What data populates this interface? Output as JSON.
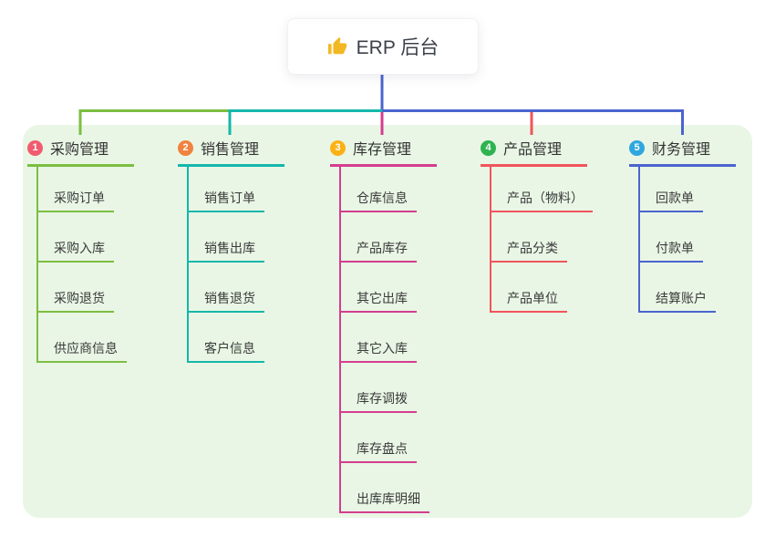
{
  "root": {
    "title": "ERP 后台",
    "icon": "thumbs-up-icon"
  },
  "colors": {
    "root_line": "#4a65ce",
    "panel_bg": "#e9f6e5",
    "card_bg": "#ffffff",
    "thumb_icon": "#f2b824"
  },
  "branches": [
    {
      "badge": "1",
      "badge_color": "#f25b6f",
      "line_color": "#7cbe41",
      "title": "采购管理",
      "items": [
        "采购订单",
        "采购入库",
        "采购退货",
        "供应商信息"
      ]
    },
    {
      "badge": "2",
      "badge_color": "#f0823f",
      "line_color": "#15b7ab",
      "title": "销售管理",
      "items": [
        "销售订单",
        "销售出库",
        "销售退货",
        "客户信息"
      ]
    },
    {
      "badge": "3",
      "badge_color": "#fbb116",
      "line_color": "#d53d8e",
      "title": "库存管理",
      "items": [
        "仓库信息",
        "产品库存",
        "其它出库",
        "其它入库",
        "库存调拨",
        "库存盘点",
        "出库库明细"
      ]
    },
    {
      "badge": "4",
      "badge_color": "#2fb351",
      "line_color": "#f1545c",
      "title": "产品管理",
      "items": [
        "产品（物料）",
        "产品分类",
        "产品单位"
      ]
    },
    {
      "badge": "5",
      "badge_color": "#2ea7e0",
      "line_color": "#4a65ce",
      "title": "财务管理",
      "items": [
        "回款单",
        "付款单",
        "结算账户"
      ]
    }
  ]
}
